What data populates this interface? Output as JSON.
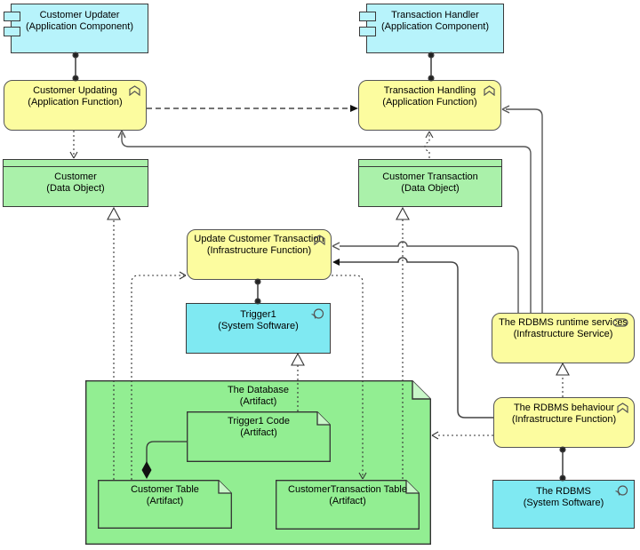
{
  "diagram": {
    "kind": "ArchiMate infrastructure view",
    "colors": {
      "application_component_fill": "#b7f3fb",
      "system_software_fill": "#7fe9f2",
      "function_service_fill": "#fcfc9f",
      "data_object_fill": "#aaf1aa",
      "artifact_fill": "#92ee92",
      "border": "#3a3a3a",
      "solid_line": "#555555",
      "dotted_line": "#333333"
    }
  },
  "nodes": {
    "customer_updater": {
      "name": "Customer Updater",
      "type": "(Application Component)"
    },
    "transaction_handler": {
      "name": "Transaction Handler",
      "type": "(Application Component)"
    },
    "customer_updating": {
      "name": "Customer Updating",
      "type": "(Application Function)"
    },
    "transaction_handling": {
      "name": "Transaction Handling",
      "type": "(Application Function)"
    },
    "customer": {
      "name": "Customer",
      "type": "(Data Object)"
    },
    "customer_transaction": {
      "name": "Customer Transaction",
      "type": "(Data Object)"
    },
    "update_customer_transaction": {
      "name": "Update Customer Transaction",
      "type": "(Infrastructure Function)"
    },
    "trigger1": {
      "name": "Trigger1",
      "type": "(System Software)"
    },
    "the_database": {
      "name": "The Database",
      "type": "(Artifact)"
    },
    "trigger1_code": {
      "name": "Trigger1 Code",
      "type": "(Artifact)"
    },
    "customer_table": {
      "name": "Customer Table",
      "type": "(Artifact)"
    },
    "customertransaction_table": {
      "name": "CustomerTransaction Table",
      "type": "(Artifact)"
    },
    "rdbms_runtime_services": {
      "name": "The RDBMS runtime services",
      "type": "(Infrastructure Service)"
    },
    "rdbms_behaviour": {
      "name": "The RDBMS behaviour",
      "type": "(Infrastructure Function)"
    },
    "the_rdbms": {
      "name": "The RDBMS",
      "type": "(System Software)"
    }
  }
}
